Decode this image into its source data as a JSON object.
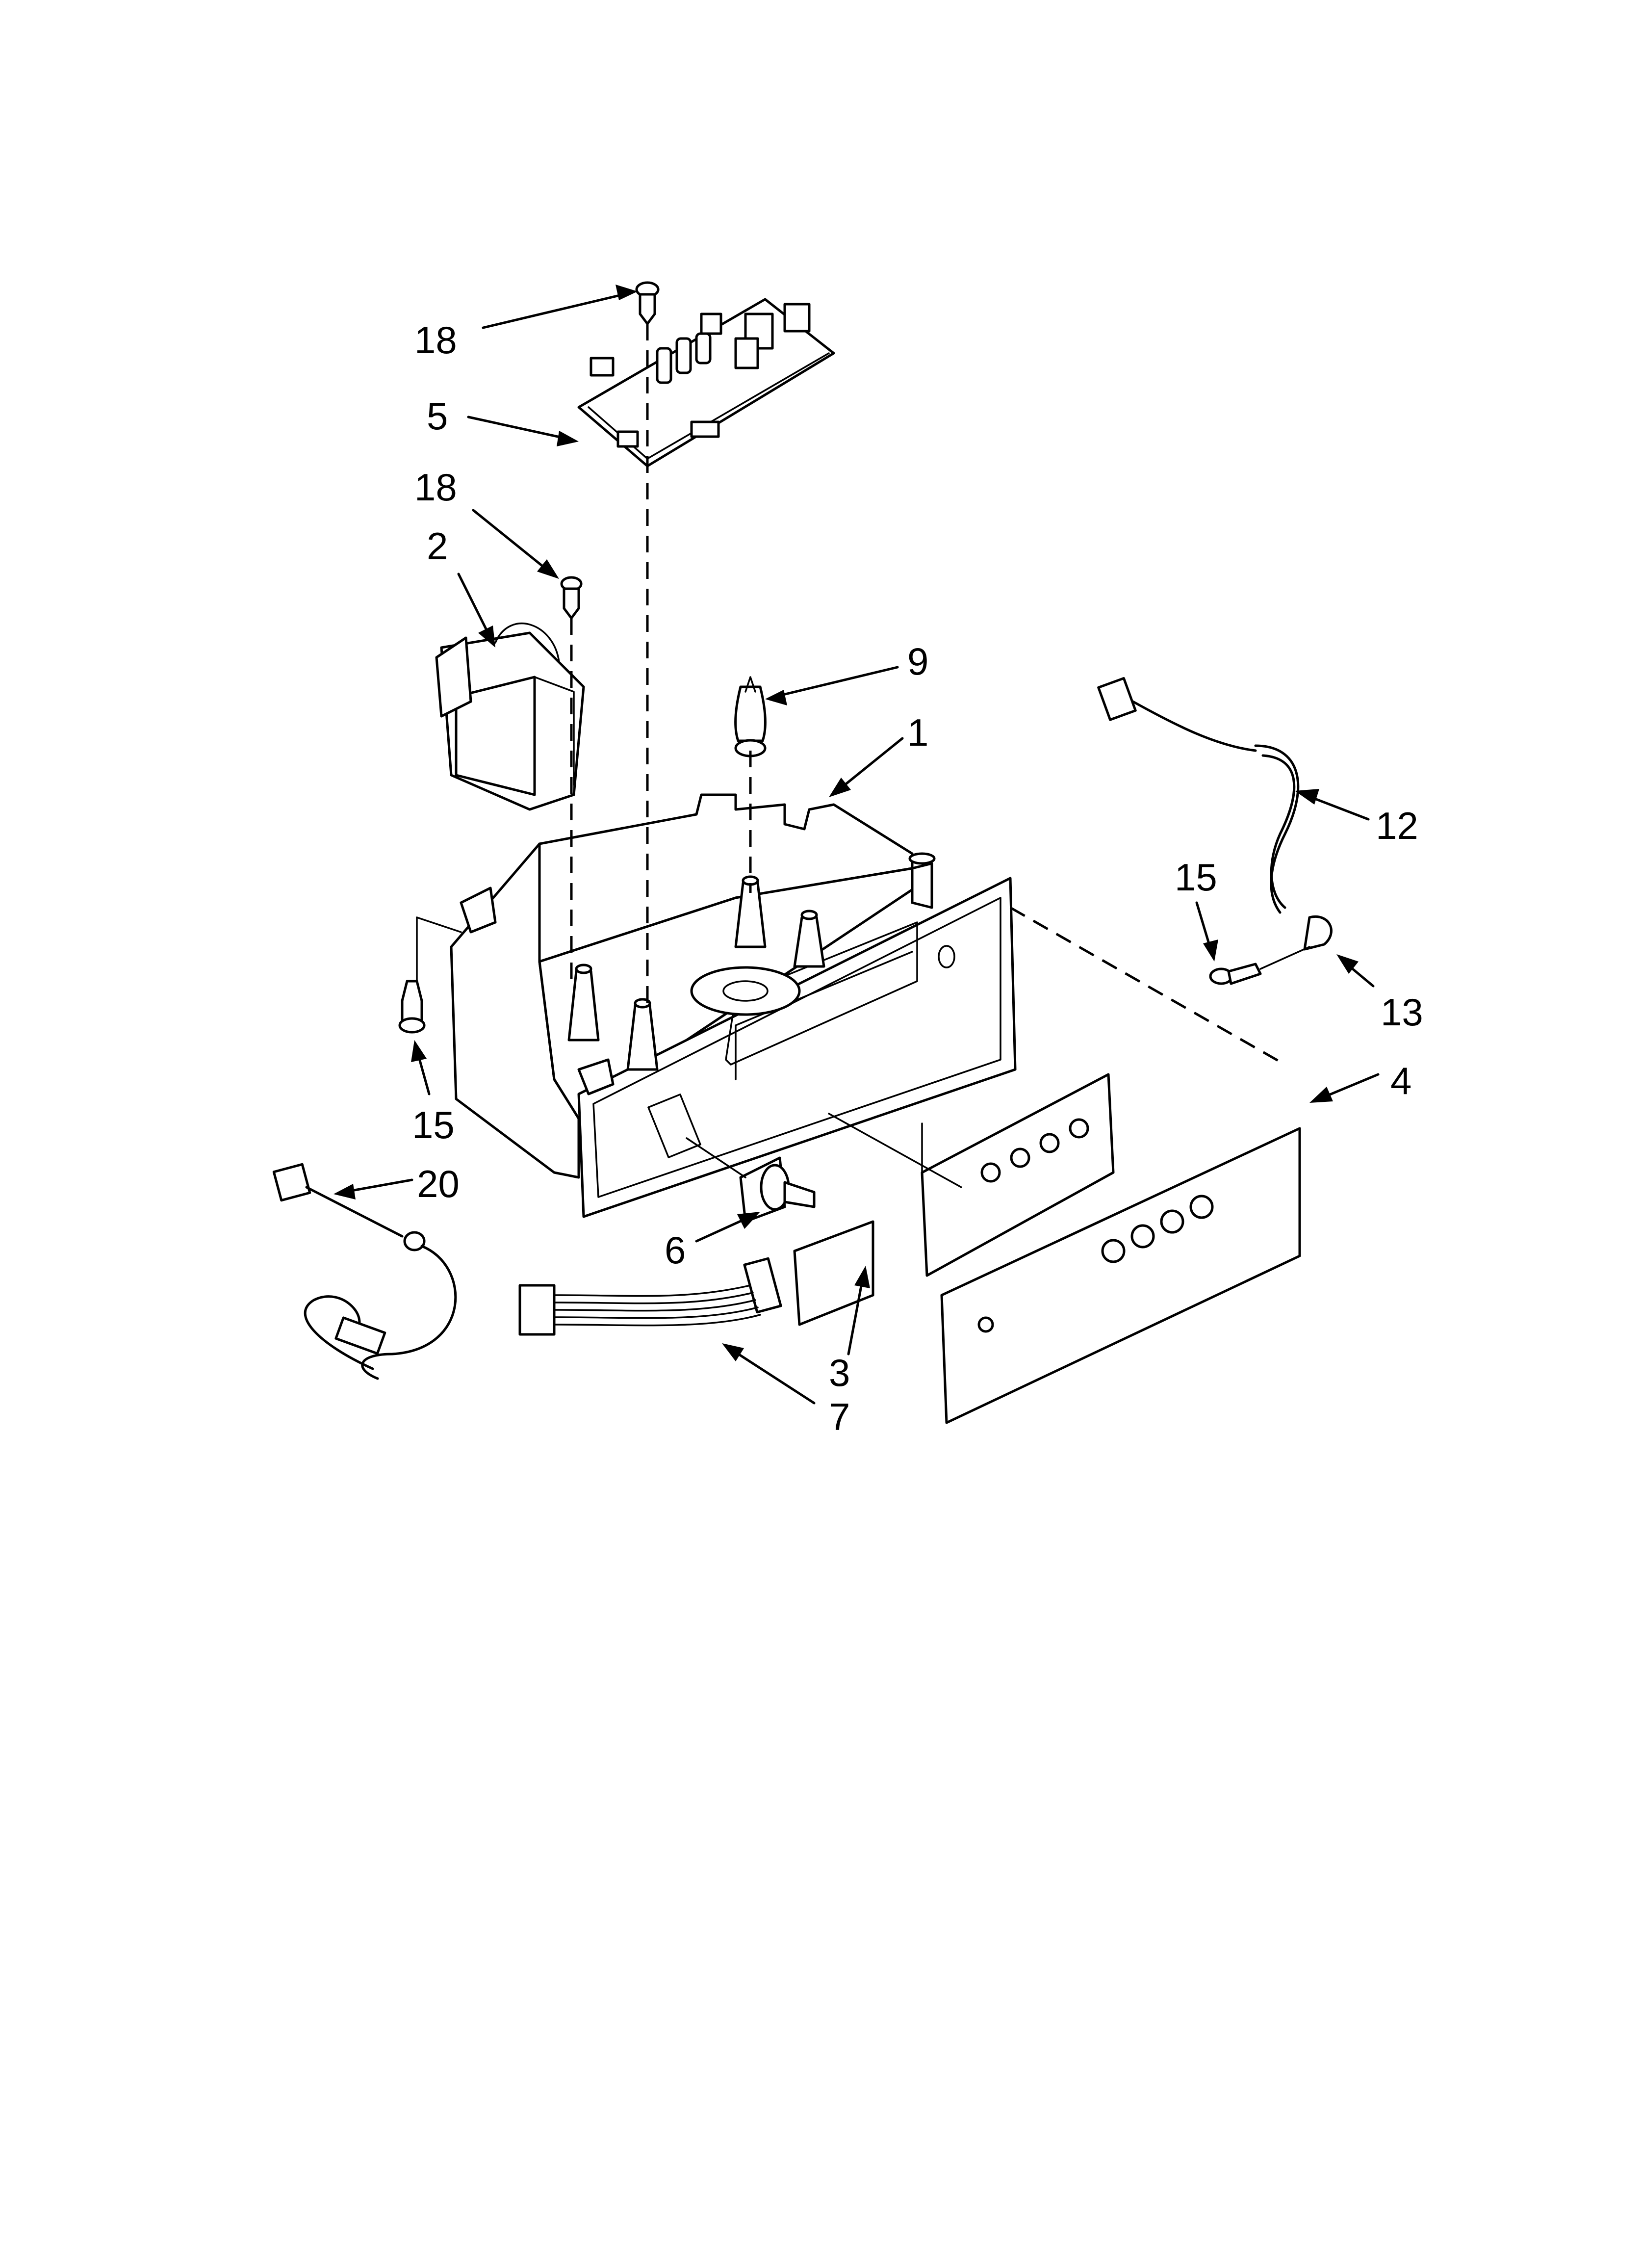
{
  "diagram": {
    "callouts": [
      {
        "id": "c18a",
        "label": "18"
      },
      {
        "id": "c5",
        "label": "5"
      },
      {
        "id": "c18b",
        "label": "18"
      },
      {
        "id": "c2",
        "label": "2"
      },
      {
        "id": "c9",
        "label": "9"
      },
      {
        "id": "c1",
        "label": "1"
      },
      {
        "id": "c12",
        "label": "12"
      },
      {
        "id": "c15a",
        "label": "15"
      },
      {
        "id": "c13",
        "label": "13"
      },
      {
        "id": "c4",
        "label": "4"
      },
      {
        "id": "c15b",
        "label": "15"
      },
      {
        "id": "c20",
        "label": "20"
      },
      {
        "id": "c6",
        "label": "6"
      },
      {
        "id": "c3",
        "label": "3"
      },
      {
        "id": "c7",
        "label": "7"
      }
    ]
  }
}
